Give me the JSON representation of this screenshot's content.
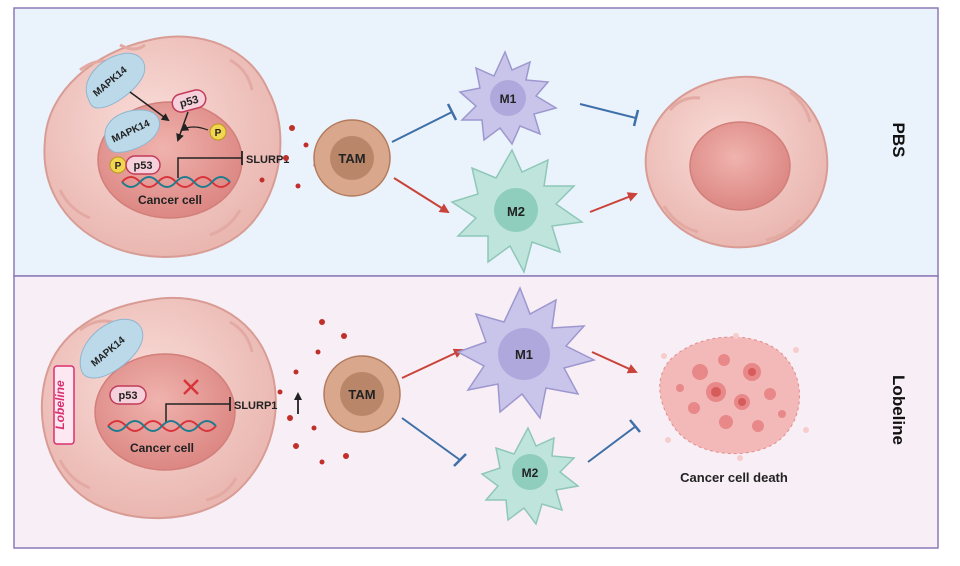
{
  "panels": {
    "pbs": {
      "side_label": "PBS",
      "mapk14_a": "MAPK14",
      "mapk14_b": "MAPK14",
      "p53_free": "p53",
      "p_free": "P",
      "p_bound": "P",
      "p53_bound": "p53",
      "slurp1": "SLURP1",
      "cell_label": "Cancer cell",
      "tam": "TAM",
      "m1": "M1",
      "m2": "M2"
    },
    "lobeline": {
      "side_label": "Lobeline",
      "drug_label": "Lobeline",
      "mapk14": "MAPK14",
      "p53": "p53",
      "slurp1": "SLURP1",
      "cell_label": "Cancer cell",
      "tam": "TAM",
      "m1": "M1",
      "m2": "M2",
      "death_label": "Cancer cell death"
    }
  },
  "colors": {
    "top_bg": "#eaf3fb",
    "bottom_bg": "#f8eef5",
    "border": "#8b7ab8",
    "inhibit_blue": "#3d6fa8",
    "activate_red": "#c9433a",
    "cell_fill": "#f2c9c4",
    "nucleus_fill": "#e89a96",
    "tam_fill": "#cf9b7f",
    "m1_fill": "#c9c5ea",
    "m2_fill": "#bfe4dc",
    "mapk_fill": "#bcd9ea",
    "p53_fill": "#f6d1dc",
    "p_fill": "#f3d650"
  }
}
